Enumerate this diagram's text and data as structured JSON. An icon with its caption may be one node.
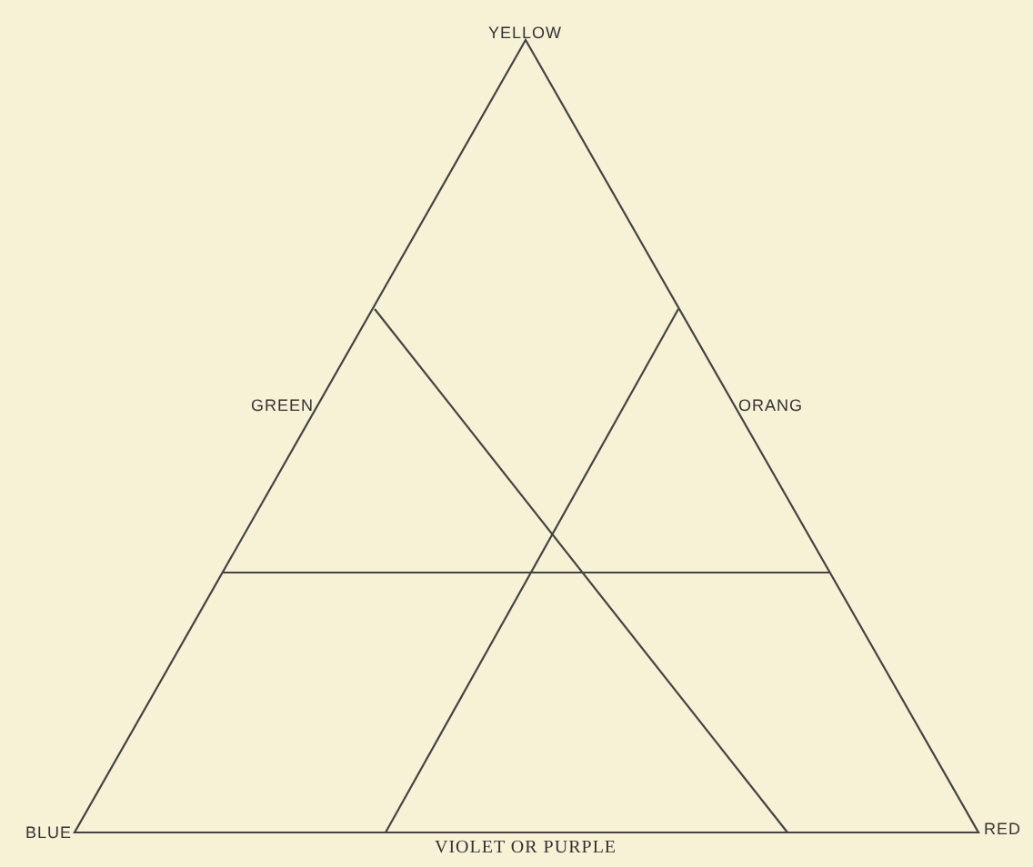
{
  "diagram": {
    "labels": [
      "YELLOW",
      "GREEN",
      "ORANG",
      "BLUE",
      "RED",
      "VIOLET OR PURPLE"
    ]
  }
}
